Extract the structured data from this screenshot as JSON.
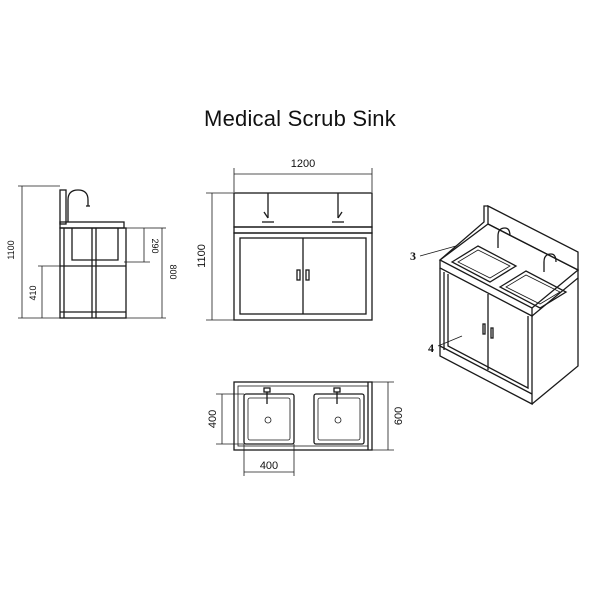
{
  "title": "Medical Scrub Sink",
  "dimensions": {
    "overall_width": "1200",
    "overall_height": "1100",
    "side_height": "1100",
    "side_basin_depth": "290",
    "side_counter_height": "800",
    "side_leg_height": "410",
    "basin_length": "400",
    "basin_width": "400",
    "overall_depth": "600"
  },
  "callouts": {
    "upper": "3",
    "lower": "4"
  }
}
